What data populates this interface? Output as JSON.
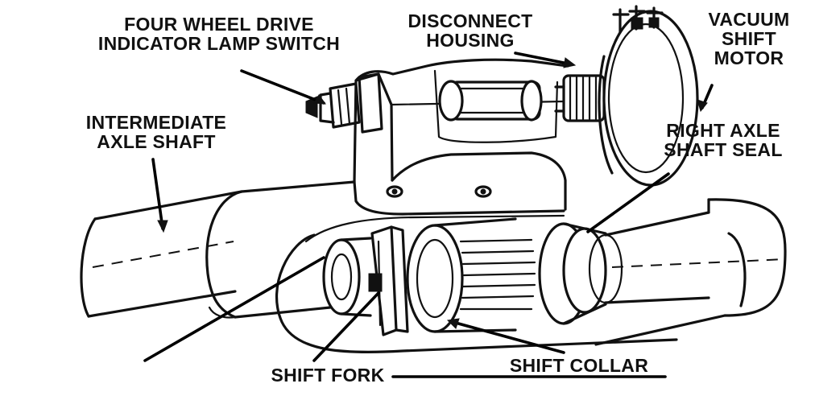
{
  "labels": {
    "four_wheel_drive_1": "FOUR WHEEL DRIVE",
    "four_wheel_drive_2": "INDICATOR LAMP SWITCH",
    "disconnect_housing_1": "DISCONNECT",
    "disconnect_housing_2": "HOUSING",
    "vacuum_1": "VACUUM",
    "vacuum_2": "SHIFT",
    "vacuum_3": "MOTOR",
    "intermediate_1": "INTERMEDIATE",
    "intermediate_2": "AXLE SHAFT",
    "right_axle_1": "RIGHT AXLE",
    "right_axle_2": "SHAFT SEAL",
    "shift_fork": "SHIFT FORK",
    "shift_collar": "SHIFT COLLAR"
  }
}
